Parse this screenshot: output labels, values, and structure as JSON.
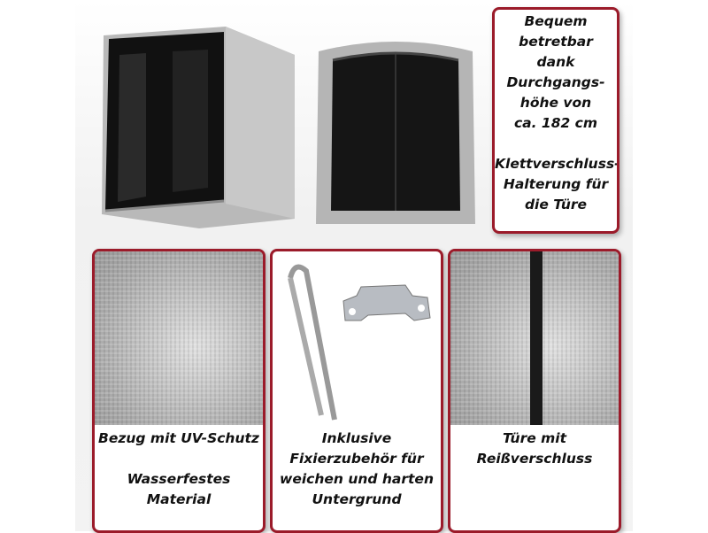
{
  "highlight_box": {
    "lines": [
      "Bequem",
      "betretbar",
      "dank",
      "Durchgangs-",
      "höhe von",
      "ca. 182 cm",
      "",
      "Klettverschluss-",
      "Halterung für",
      "die Türe"
    ]
  },
  "features": [
    {
      "lines": [
        "Bezug mit UV-Schutz",
        "",
        "Wasserfestes",
        "Material"
      ]
    },
    {
      "lines": [
        "Inklusive",
        "Fixierzubehör für",
        "weichen und harten",
        "Untergrund"
      ]
    },
    {
      "lines": [
        "Türe mit",
        "Reißverschluss"
      ]
    }
  ],
  "colors": {
    "accent": "#9b1b2a"
  }
}
